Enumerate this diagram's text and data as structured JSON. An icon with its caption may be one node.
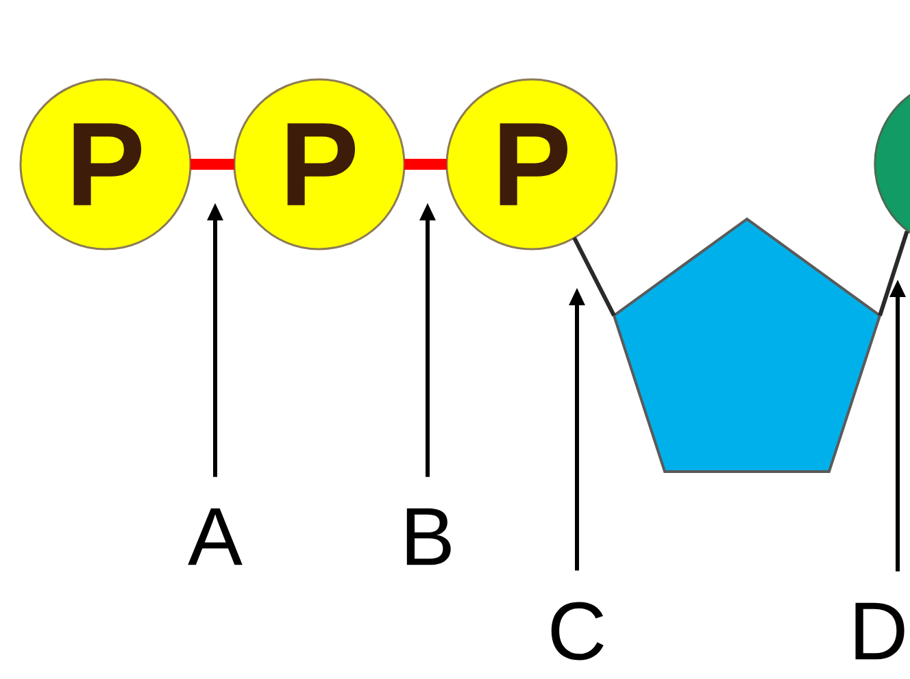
{
  "diagram": {
    "nodes": [
      {
        "text": [
          "P"
        ]
      },
      {
        "text": [
          "P"
        ]
      },
      {
        "text": [
          "P"
        ]
      },
      {
        "text": [],
        "shape": "pentagon"
      },
      {
        "text": [],
        "shape": "circle"
      },
      {
        "text": [
          "A"
        ]
      },
      {
        "text": [
          "B"
        ]
      },
      {
        "text": [
          "C"
        ]
      },
      {
        "text": [
          "D"
        ]
      }
    ],
    "edges": [
      {
        "from": 0,
        "to": 1,
        "arrow": "none",
        "style": "thick",
        "color": "#ff0000"
      },
      {
        "from": 1,
        "to": 2,
        "arrow": "none",
        "style": "thick",
        "color": "#ff0000"
      },
      {
        "from": 2,
        "to": 3,
        "arrow": "none"
      },
      {
        "from": 3,
        "to": 4,
        "arrow": "none"
      },
      {
        "from": 5,
        "to": null,
        "arrow": "to"
      },
      {
        "from": 6,
        "to": null,
        "arrow": "to"
      },
      {
        "from": 7,
        "to": null,
        "arrow": "to"
      },
      {
        "from": 8,
        "to": null,
        "arrow": "to"
      }
    ]
  }
}
